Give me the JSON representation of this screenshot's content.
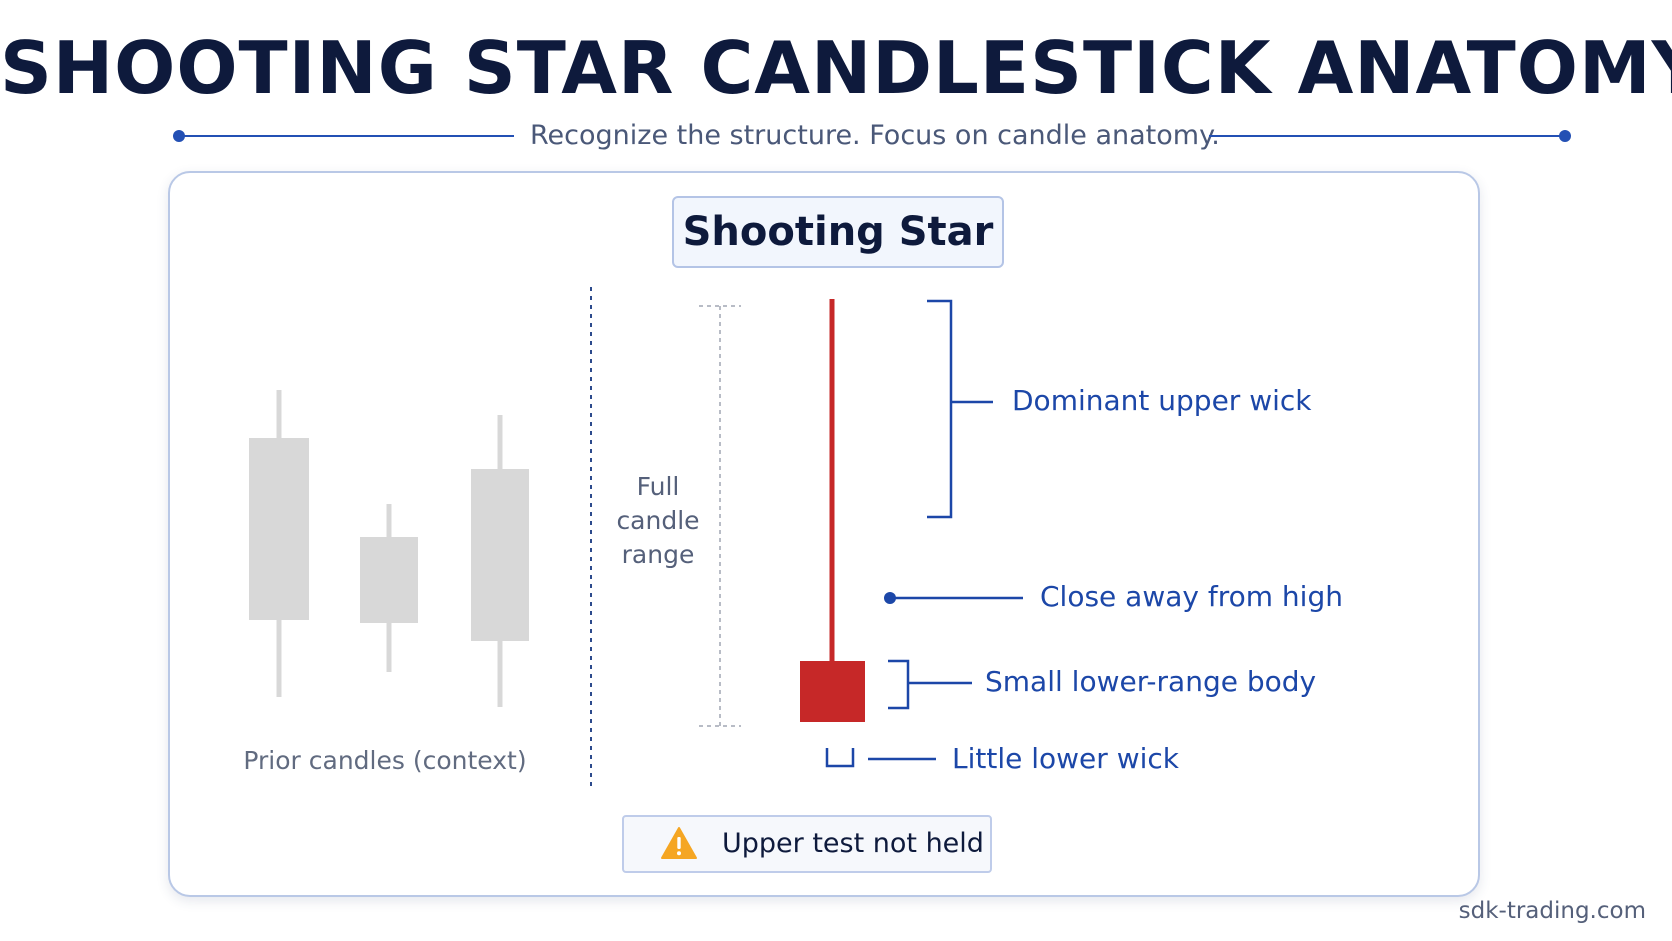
{
  "header": {
    "title": "SHOOTING STAR CANDLESTICK ANATOMY",
    "subtitle": "Recognize the structure. Focus on candle anatomy."
  },
  "panel": {
    "pattern_title": "Shooting Star",
    "context_label": "Prior candles (context)",
    "range_label": [
      "Full",
      "candle",
      "range"
    ],
    "annotations": {
      "upper_wick": "Dominant upper wick",
      "close": "Close away from high",
      "body": "Small lower-range body",
      "lower_wick": "Little lower wick"
    },
    "warning": {
      "icon": "warning-icon",
      "text": "Upper test not held"
    }
  },
  "footer": {
    "site": "sdk-trading.com"
  },
  "colors": {
    "title": "#0e1a3c",
    "accent": "#1c47a8",
    "candle_red": "#c62828",
    "context_candle": "#d8d8d8",
    "warning_yellow": "#f5a623"
  }
}
